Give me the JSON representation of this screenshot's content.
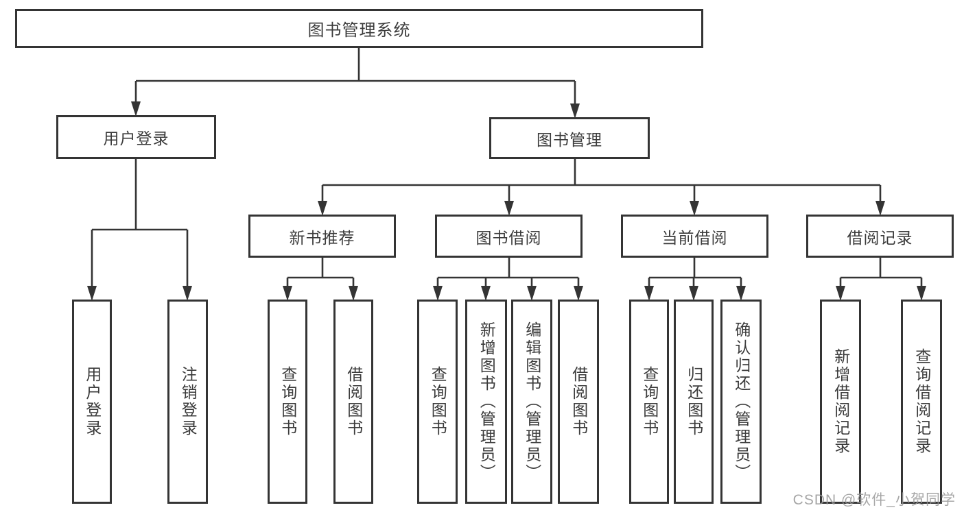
{
  "diagram": {
    "title": "图书管理系统",
    "watermark": "CSDN @软件_小贺同学",
    "colors": {
      "line": "#343434",
      "text": "#3b3b3b",
      "box_background": "#ffffff",
      "watermark": "#969696"
    },
    "nodes": {
      "root": {
        "label": "图书管理系统"
      },
      "user_login": {
        "label": "用户登录"
      },
      "book_mgmt": {
        "label": "图书管理"
      },
      "new_book_rec": {
        "label": "新书推荐"
      },
      "book_borrow": {
        "label": "图书借阅"
      },
      "current_borrow": {
        "label": "当前借阅"
      },
      "borrow_record": {
        "label": "借阅记录"
      },
      "leaf_user_login": {
        "label": "用户登录"
      },
      "leaf_logout": {
        "label": "注销登录"
      },
      "leaf_query_book_1": {
        "label": "查询图书"
      },
      "leaf_borrow_book_1": {
        "label": "借阅图书"
      },
      "leaf_query_book_2": {
        "label": "查询图书"
      },
      "leaf_add_book_admin": {
        "label": "新增图书（管理员）"
      },
      "leaf_edit_book_admin": {
        "label": "编辑图书（管理员）"
      },
      "leaf_borrow_book_2": {
        "label": "借阅图书"
      },
      "leaf_query_book_3": {
        "label": "查询图书"
      },
      "leaf_return_book": {
        "label": "归还图书"
      },
      "leaf_confirm_return_admin": {
        "label": "确认归还（管理员）"
      },
      "leaf_add_borrow_record": {
        "label": "新增借阅记录"
      },
      "leaf_query_borrow_record": {
        "label": "查询借阅记录"
      }
    },
    "edges": [
      "图书管理系统→用户登录",
      "图书管理系统→图书管理",
      "用户登录→用户登录",
      "用户登录→注销登录",
      "图书管理→新书推荐",
      "图书管理→图书借阅",
      "图书管理→当前借阅",
      "图书管理→借阅记录",
      "新书推荐→查询图书",
      "新书推荐→借阅图书",
      "图书借阅→查询图书",
      "图书借阅→新增图书（管理员）",
      "图书借阅→编辑图书（管理员）",
      "图书借阅→借阅图书",
      "当前借阅→查询图书",
      "当前借阅→归还图书",
      "当前借阅→确认归还（管理员）",
      "借阅记录→新增借阅记录",
      "借阅记录→查询借阅记录"
    ]
  }
}
